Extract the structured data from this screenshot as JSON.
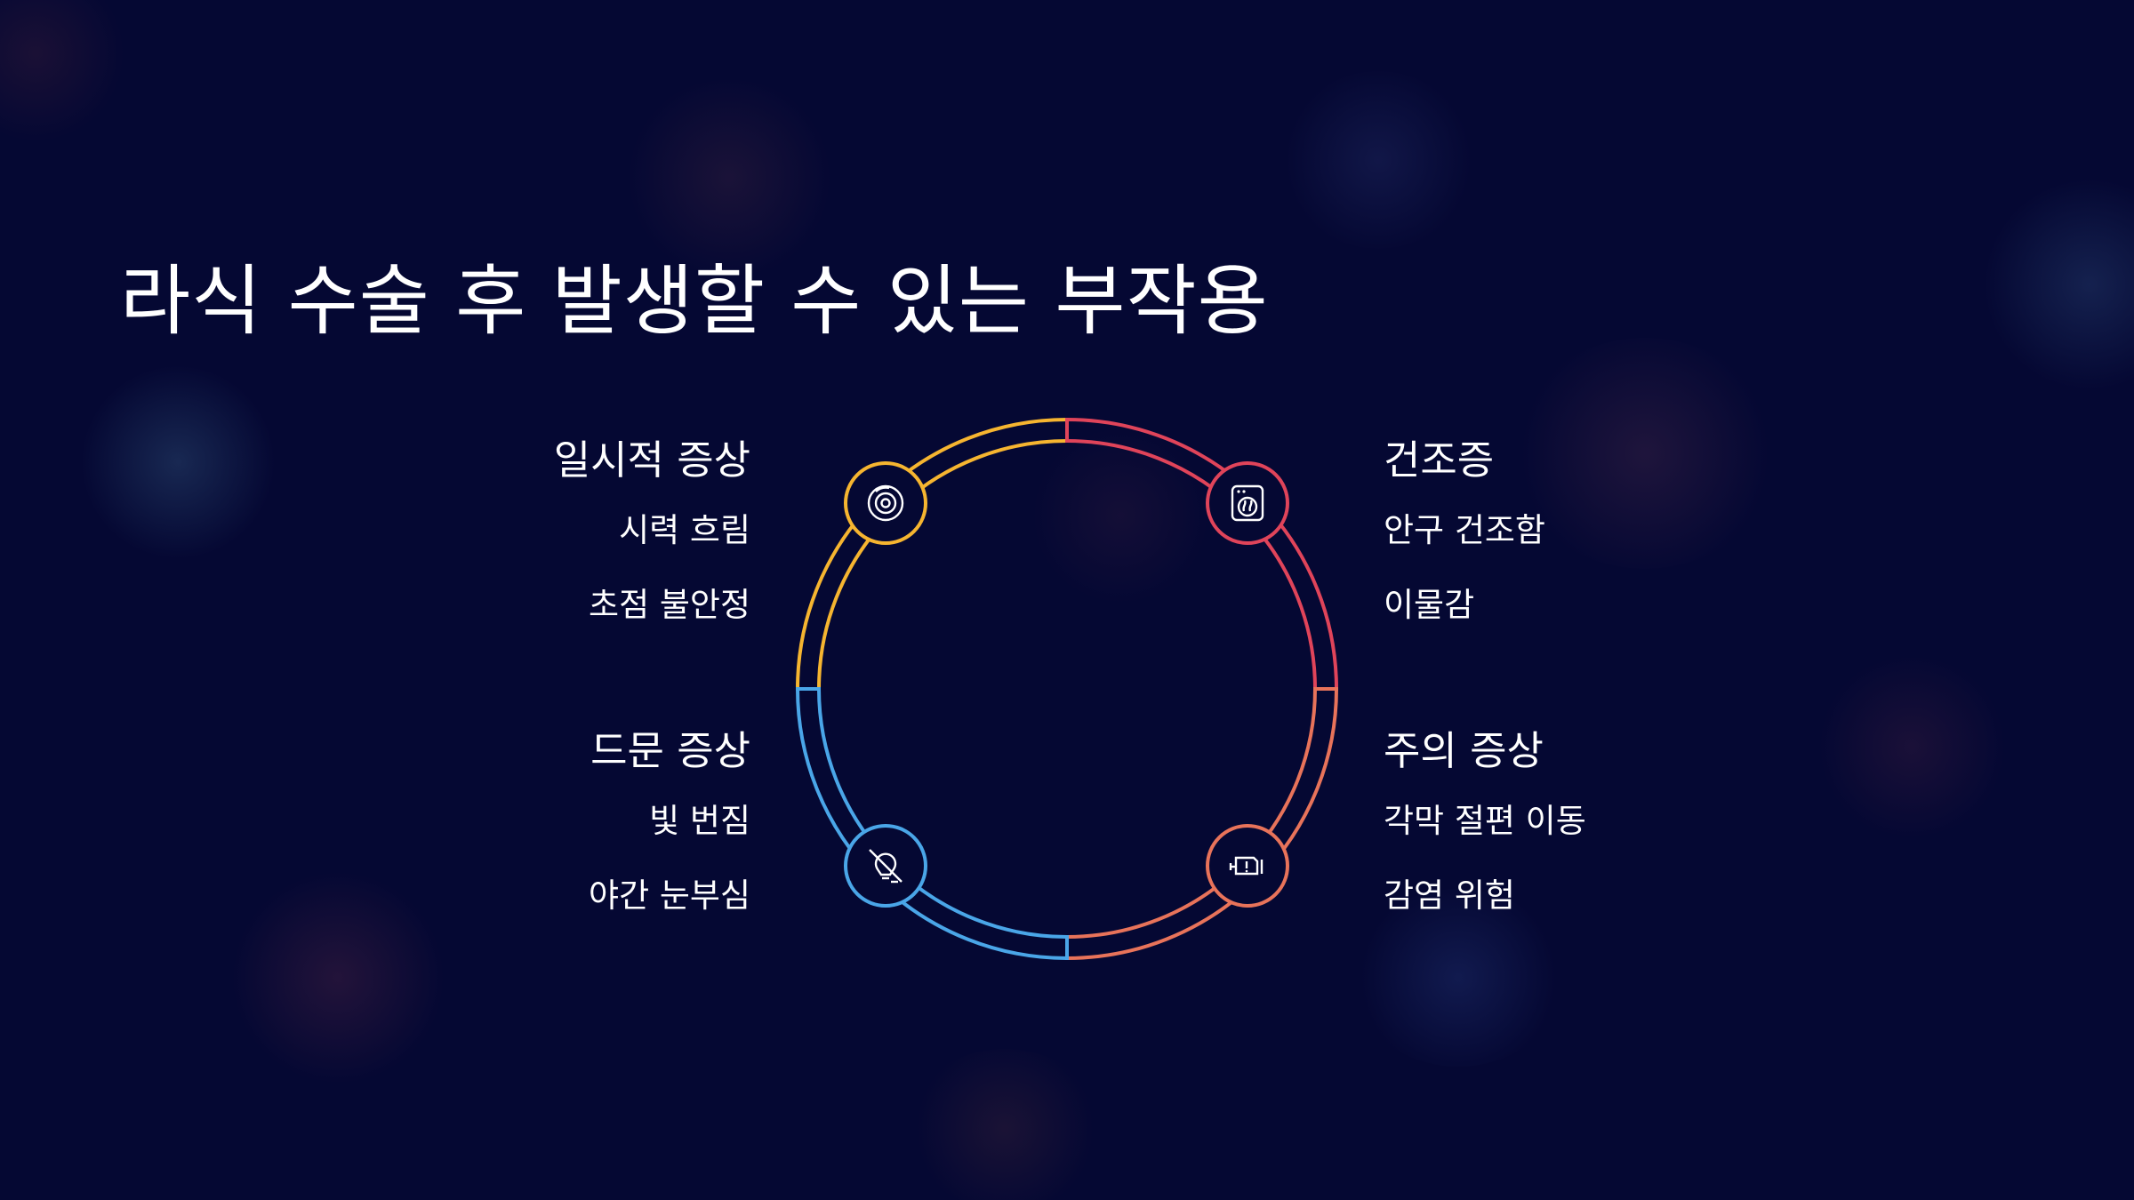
{
  "title": "라식 수술 후 발생할 수 있는 부작용",
  "colors": {
    "background": "#050833",
    "text": "#ffffff",
    "yellow": "#f6b530",
    "red": "#e0445a",
    "orange": "#e8735a",
    "blue": "#4aa6e8"
  },
  "quadrants": {
    "top_left": {
      "heading": "일시적 증상",
      "items": [
        "시력 흐림",
        "초점 불안정"
      ],
      "color": "#f6b530",
      "icon": "eye-lens-icon"
    },
    "top_right": {
      "heading": "건조증",
      "items": [
        "안구 건조함",
        "이물감"
      ],
      "color": "#e0445a",
      "icon": "dry-eye-drops-icon"
    },
    "bottom_left": {
      "heading": "드문 증상",
      "items": [
        "빛 번짐",
        "야간 눈부심"
      ],
      "color": "#4aa6e8",
      "icon": "light-slash-icon"
    },
    "bottom_right": {
      "heading": "주의 증상",
      "items": [
        "각막 절편 이동",
        "감염 위험"
      ],
      "color": "#e8735a",
      "icon": "warning-engine-icon"
    }
  }
}
